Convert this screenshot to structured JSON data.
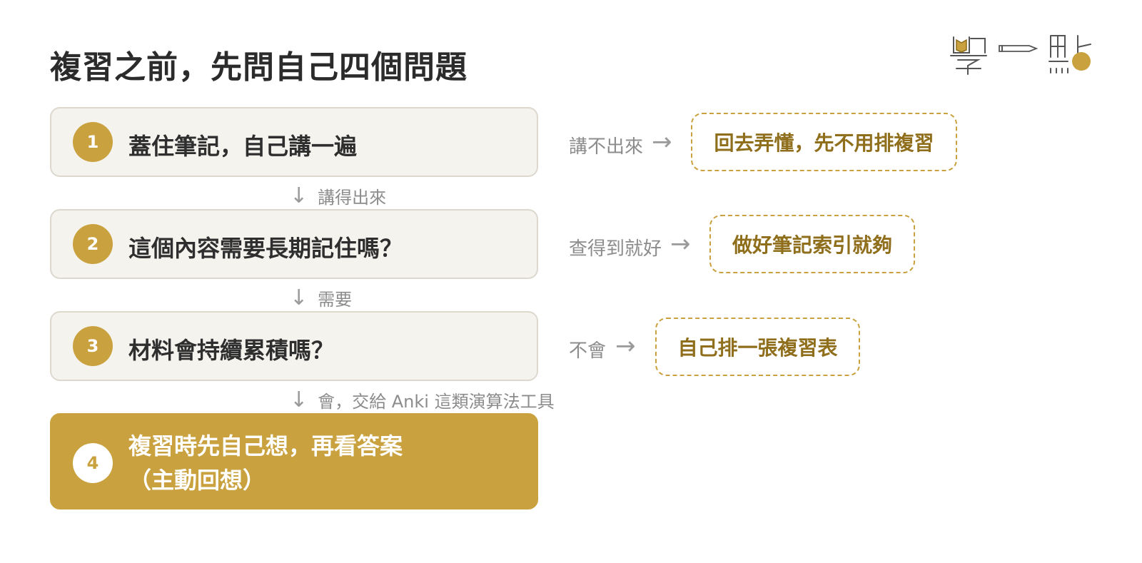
{
  "title": "複習之前，先問自己四個問題",
  "logo": {
    "text": "學一點",
    "icon": "book-pen-logo"
  },
  "colors": {
    "accent": "#c9a23f",
    "card_bg": "#f5f3ee",
    "card_border": "#dcd8ce",
    "outcome_text": "#8f6e1c"
  },
  "steps": [
    {
      "number": "1",
      "label": "蓋住筆記，自己講一遍"
    },
    {
      "number": "2",
      "label": "這個內容需要長期記住嗎？"
    },
    {
      "number": "3",
      "label": "材料會持續累積嗎？"
    },
    {
      "number": "4",
      "label_line1": "複習時先自己想，再看答案",
      "label_line2": "（主動回想）"
    }
  ],
  "transitions": [
    {
      "arrow": "↓",
      "label": "講得出來"
    },
    {
      "arrow": "↓",
      "label": "需要"
    },
    {
      "arrow": "↓",
      "label": "會，交給 Anki 這類演算法工具"
    }
  ],
  "branches": [
    {
      "condition": "講不出來",
      "arrow": "→",
      "outcome": "回去弄懂，先不用排複習"
    },
    {
      "condition": "查得到就好",
      "arrow": "→",
      "outcome": "做好筆記索引就夠"
    },
    {
      "condition": "不會",
      "arrow": "→",
      "outcome": "自己排一張複習表"
    }
  ]
}
